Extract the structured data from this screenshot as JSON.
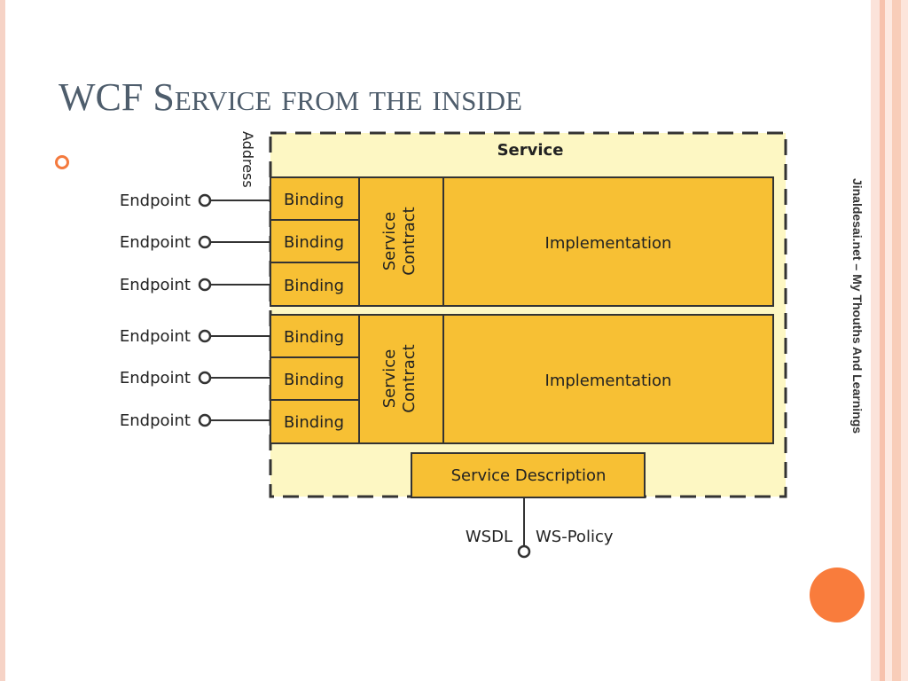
{
  "slide": {
    "title": "WCF Service from the inside",
    "footer": "Jinaldesai.net – My Thouths And Learnings"
  },
  "diagram": {
    "service_label": "Service",
    "address_label": "Address",
    "endpoints": [
      "Endpoint",
      "Endpoint",
      "Endpoint",
      "Endpoint",
      "Endpoint",
      "Endpoint"
    ],
    "groups": [
      {
        "bindings": [
          "Binding",
          "Binding",
          "Binding"
        ],
        "contract_line1": "Service",
        "contract_line2": "Contract",
        "implementation": "Implementation"
      },
      {
        "bindings": [
          "Binding",
          "Binding",
          "Binding"
        ],
        "contract_line1": "Service",
        "contract_line2": "Contract",
        "implementation": "Implementation"
      }
    ],
    "service_description": "Service Description",
    "wsdl_label": "WSDL",
    "ws_policy_label": "WS-Policy"
  },
  "colors": {
    "accent": "#f47a3e",
    "yellow": "#f7c034",
    "pale": "#fdf7c3",
    "title": "#4e5d6c"
  }
}
